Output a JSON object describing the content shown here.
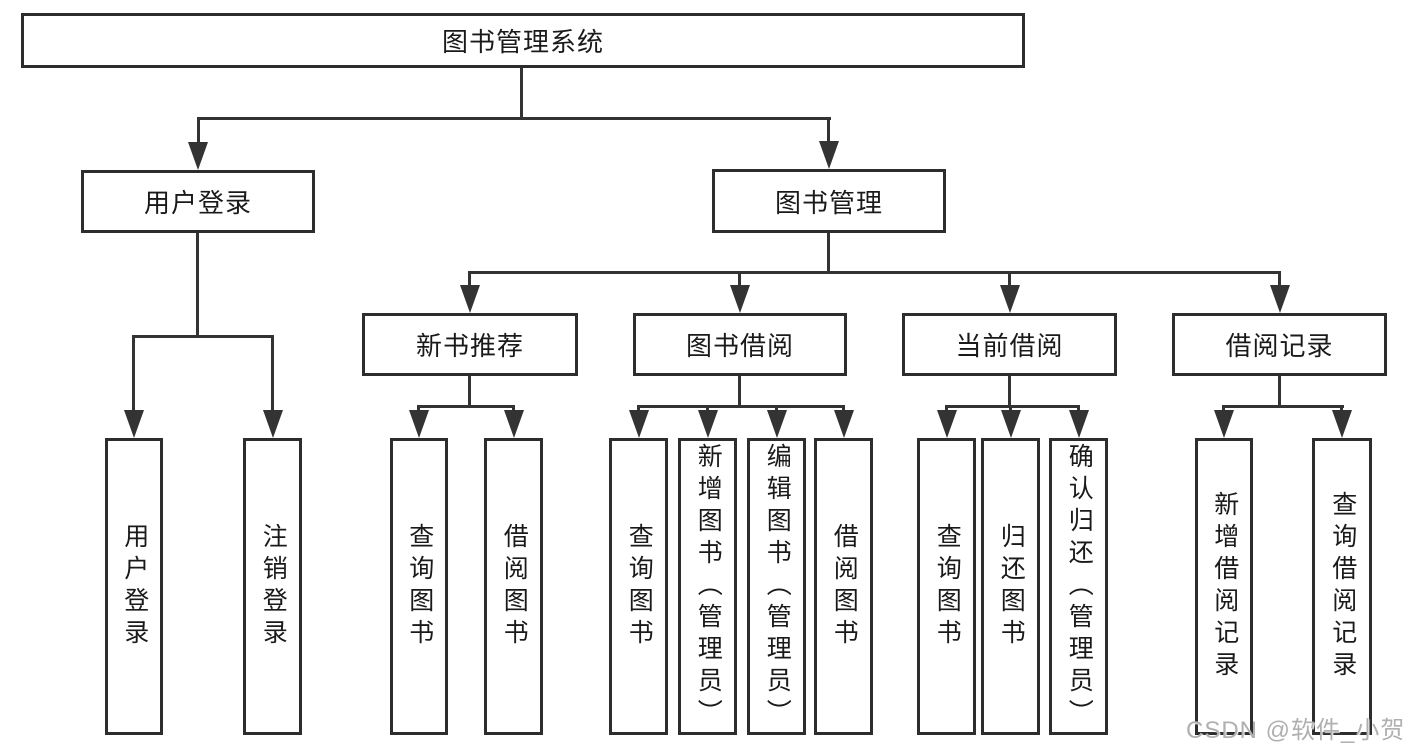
{
  "diagram": {
    "title": "图书管理系统",
    "root": "图书管理系统",
    "level2": [
      "用户登录",
      "图书管理"
    ],
    "level3": [
      "新书推荐",
      "图书借阅",
      "当前借阅",
      "借阅记录"
    ],
    "leaves": [
      "用户登录",
      "注销登录",
      "查询图书",
      "借阅图书",
      "查询图书",
      "新增图书（管理员）",
      "编辑图书（管理员）",
      "借阅图书",
      "查询图书",
      "归还图书",
      "确认归还（管理员）",
      "新增借阅记录",
      "查询借阅记录"
    ]
  },
  "watermark": "CSDN @软件_小贺同学",
  "colors": {
    "line": "#333333",
    "box_border": "#2d2d2d",
    "text": "#1a1a1a",
    "watermark": "#b0b0b0",
    "background": "#ffffff"
  }
}
